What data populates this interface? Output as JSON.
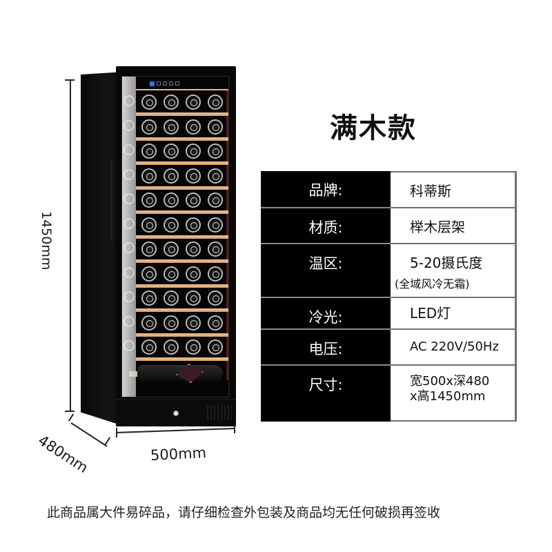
{
  "product": {
    "title": "满木款",
    "display_icons": [
      "temp-display-icon",
      "button-icon",
      "button-icon",
      "button-icon",
      "button-icon"
    ],
    "colors": {
      "shelf": "#d9a677",
      "cabinet": "#080808",
      "display": "#3f6ce0"
    },
    "bottle_rows": 11,
    "bottles_per_row": 4
  },
  "dimensions": {
    "height": "1450mm",
    "width": "500mm",
    "depth": "480mm"
  },
  "specs": [
    {
      "key": "品牌:",
      "value": "科蒂斯"
    },
    {
      "key": "材质:",
      "value": "榉木层架"
    },
    {
      "key": "温区:",
      "value": "5-20摄氏度",
      "sub": "(全域风冷无霜)"
    },
    {
      "key": "冷光:",
      "value": "LED灯"
    },
    {
      "key": "电压:",
      "value": "AC 220V/50Hz"
    },
    {
      "key": "尺寸:",
      "value": "宽500x深480",
      "value2": "x高1450mm"
    }
  ],
  "footer": {
    "notice": "此商品属大件易碎品，请仔细检查外包装及商品均无任何破损再签收"
  }
}
